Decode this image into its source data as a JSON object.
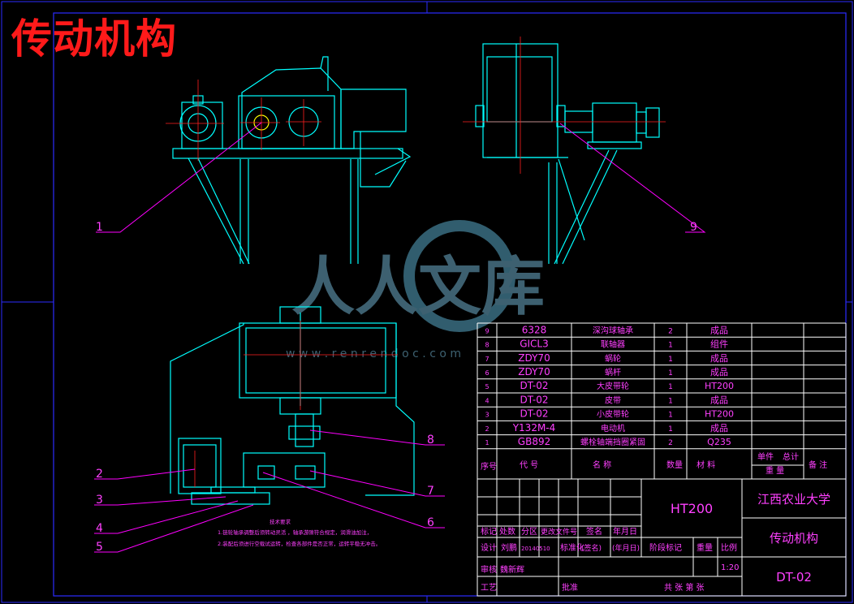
{
  "title": "传动机构",
  "watermark": {
    "brand": "人人文库",
    "url": "w w w . r e n r e n d o c . c o m"
  },
  "balloons": [
    "1",
    "2",
    "3",
    "4",
    "5",
    "6",
    "7",
    "8",
    "9"
  ],
  "tech_title": "技术要求",
  "tech_lines": [
    "1.链轮轴承调整后须转动灵活 ，轴承游隙符合规定，润滑油加注，",
    "2.装配后须进行空载试运转，检查各部件是否正常，运转平稳无冲击。"
  ],
  "parts_header": {
    "seq": "序号",
    "code": "代 号",
    "name": "名 称",
    "qty": "数量",
    "material": "材 料",
    "unit": "单件",
    "total": "总计",
    "weight": "重 量",
    "note": "备 注"
  },
  "parts": [
    {
      "seq": "9",
      "code": "6328",
      "name": "深沟球轴承",
      "qty": "2",
      "material": "成品"
    },
    {
      "seq": "8",
      "code": "GICL3",
      "name": "联轴器",
      "qty": "1",
      "material": "组件"
    },
    {
      "seq": "7",
      "code": "ZDY70",
      "name": "蜗轮",
      "qty": "1",
      "material": "成品"
    },
    {
      "seq": "6",
      "code": "ZDY70",
      "name": "蜗杆",
      "qty": "1",
      "material": "成品"
    },
    {
      "seq": "5",
      "code": "DT-02",
      "name": "大皮带轮",
      "qty": "1",
      "material": "HT200"
    },
    {
      "seq": "4",
      "code": "DT-02",
      "name": "皮带",
      "qty": "1",
      "material": "成品"
    },
    {
      "seq": "3",
      "code": "DT-02",
      "name": "小皮带轮",
      "qty": "1",
      "material": "HT200"
    },
    {
      "seq": "2",
      "code": "Y132M-4",
      "name": "电动机",
      "qty": "1",
      "material": "成品"
    },
    {
      "seq": "1",
      "code": "GB892",
      "name": "螺栓轴端挡圈紧固",
      "qty": "2",
      "material": "Q235"
    }
  ],
  "titleblock": {
    "material": "HT200",
    "school": "江西农业大学",
    "drawing_name": "传动机构",
    "drawing_no": "DT-02",
    "row1": [
      "标记",
      "处数",
      "分区",
      "更改文件号",
      "签名",
      "年月日"
    ],
    "row2": [
      "设计",
      "刘鹏",
      "20140510",
      "标准化",
      "(签名)",
      "(年月日)"
    ],
    "stage_mark": "阶段标记",
    "weight": "重量",
    "scale_label": "比例",
    "scale": "1:20",
    "review": "审核",
    "reviewer": "魏新辉",
    "process": "工艺",
    "approve": "批准",
    "sheets": "共 张 第 张"
  },
  "colors": {
    "frame": "#2b2bff",
    "part": "#00ffff",
    "leader": "#ff00ff",
    "center": "#ff2020",
    "table": "#ffffff",
    "text": "#ff40ff",
    "watermark": "#5aa9c8"
  }
}
